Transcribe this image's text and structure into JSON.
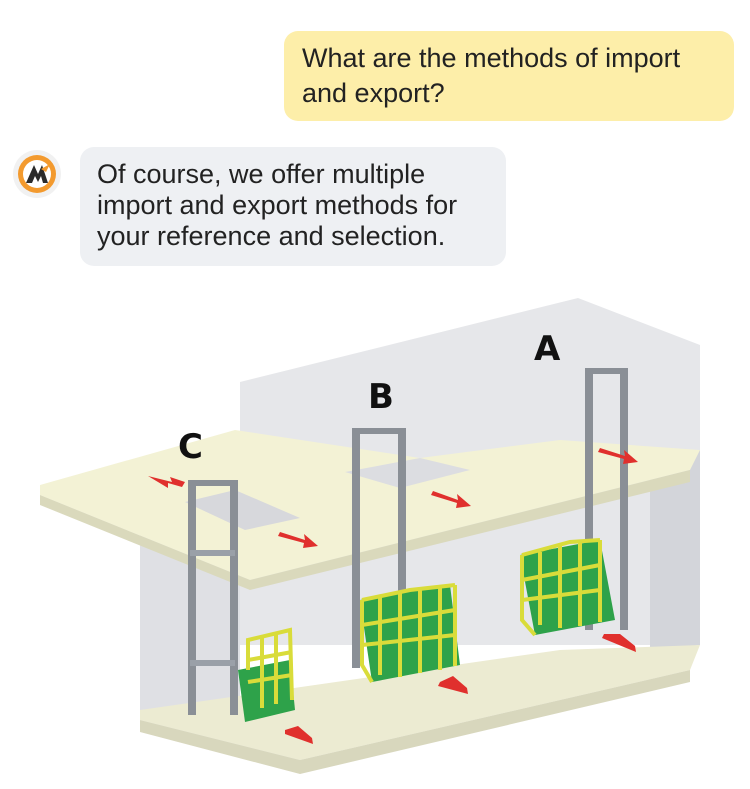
{
  "chat": {
    "user_message": "What are the methods of import and export?",
    "bot_message": "Of course, we offer multiple import and export methods for your reference and selection.",
    "avatar_icon": "brand-logo-icon"
  },
  "illustration": {
    "labels": {
      "a": "A",
      "b": "B",
      "c": "C"
    },
    "colors": {
      "platform": "#f3f2d2",
      "wall": "#e3e4e8",
      "cage": "#d9dc3a",
      "floor_pad": "#2ea24a",
      "arrow": "#e0302d",
      "frame": "#8a8f96"
    }
  }
}
